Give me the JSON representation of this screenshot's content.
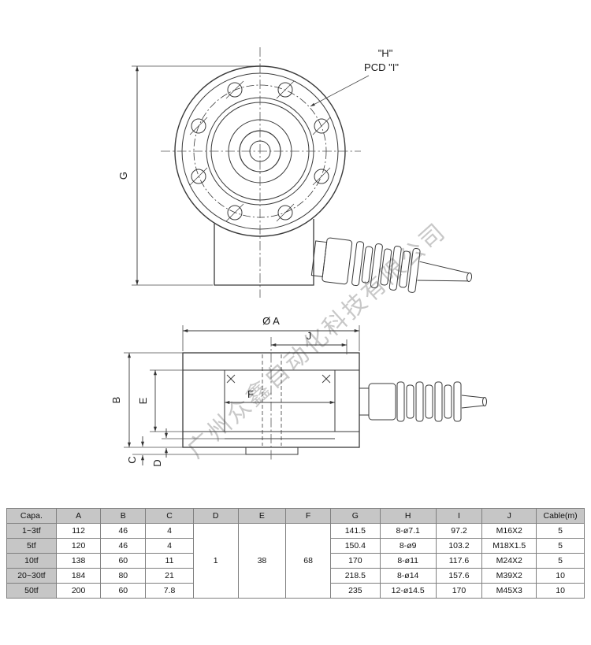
{
  "watermark": {
    "text": "广州众鑫自动化科技有限公司"
  },
  "drawing": {
    "top_view": {
      "h_label": "\"H\"",
      "pcd_label": "PCD \"I\"",
      "g_label": "G"
    },
    "side_view": {
      "dia_a_label": "Ø A",
      "j_label": "J",
      "f_label": "F",
      "b_label": "B",
      "e_label": "E",
      "c_label": "C",
      "d_label": "D"
    }
  },
  "table": {
    "headers": [
      "Capa.",
      "A",
      "B",
      "C",
      "D",
      "E",
      "F",
      "G",
      "H",
      "I",
      "J",
      "Cable(m)"
    ],
    "merged": {
      "D": "1",
      "E": "38",
      "F": "68"
    },
    "rows": [
      {
        "capa": "1~3tf",
        "A": "112",
        "B": "46",
        "C": "4",
        "G": "141.5",
        "H": "8-ø7.1",
        "I": "97.2",
        "J": "M16X2",
        "cable": "5"
      },
      {
        "capa": "5tf",
        "A": "120",
        "B": "46",
        "C": "4",
        "G": "150.4",
        "H": "8-ø9",
        "I": "103.2",
        "J": "M18X1.5",
        "cable": "5"
      },
      {
        "capa": "10tf",
        "A": "138",
        "B": "60",
        "C": "11",
        "G": "170",
        "H": "8-ø11",
        "I": "117.6",
        "J": "M24X2",
        "cable": "5"
      },
      {
        "capa": "20~30tf",
        "A": "184",
        "B": "80",
        "C": "21",
        "G": "218.5",
        "H": "8-ø14",
        "I": "157.6",
        "J": "M39X2",
        "cable": "10"
      },
      {
        "capa": "50tf",
        "A": "200",
        "B": "60",
        "C": "7.8",
        "G": "235",
        "H": "12-ø14.5",
        "I": "170",
        "J": "M45X3",
        "cable": "10"
      }
    ]
  }
}
